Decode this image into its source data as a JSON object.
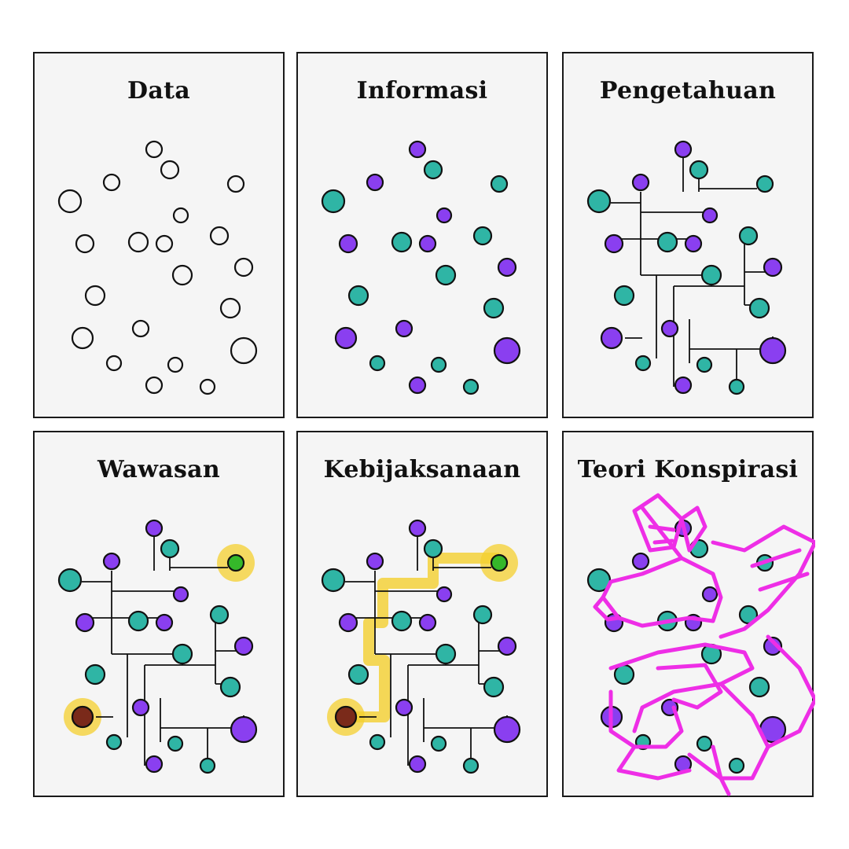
{
  "panels": [
    {
      "title": "Data"
    },
    {
      "title": "Informasi"
    },
    {
      "title": "Pengetahuan"
    },
    {
      "title": "Wawasan"
    },
    {
      "title": "Kebijaksanaan"
    },
    {
      "title": "Teori Konspirasi"
    }
  ],
  "colors": {
    "purple": "#8a3ff0",
    "teal": "#2fb5a5",
    "outline": "#111111",
    "highlight": "#f4cf2e",
    "start_node": "#7a2a1a",
    "end_node": "#35b82a",
    "unicorn": "#ee2ee6",
    "panel_background": "#f5f5f5"
  }
}
